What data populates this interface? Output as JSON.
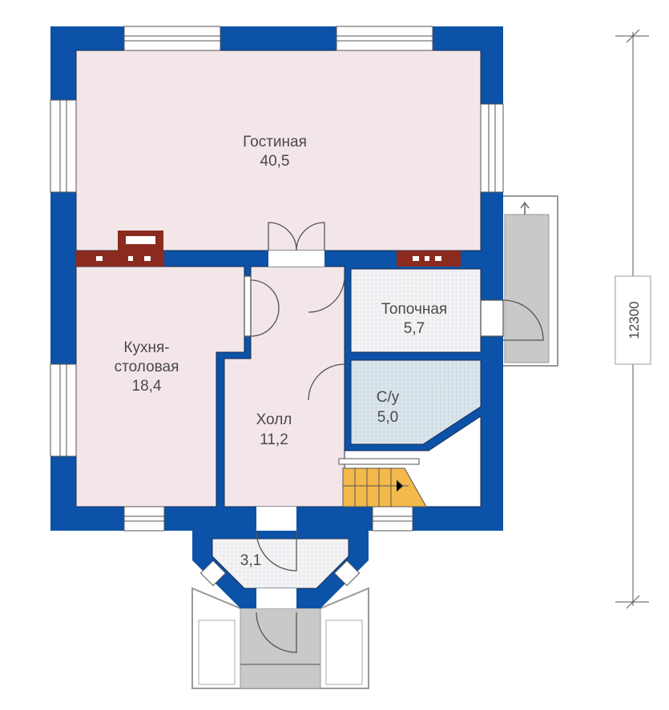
{
  "plan": {
    "dimension_label": "12300",
    "colors": {
      "wall": "#0b52a8",
      "room": "#f2e6e8",
      "tile": "#eef0f2",
      "bath": "#d6e2ea",
      "stairs": "#f3b94a",
      "fireplace": "#8b2a1e",
      "porch": "#c9c9c9"
    },
    "rooms": [
      {
        "name": "Гостиная",
        "area": "40,5"
      },
      {
        "name": "Кухня-",
        "name2": "столовая",
        "area": "18,4"
      },
      {
        "name": "Холл",
        "area": "11,2"
      },
      {
        "name": "Топочная",
        "area": "5,7"
      },
      {
        "name": "С/у",
        "area": "5,0"
      },
      {
        "name": "",
        "area": "3,1"
      }
    ]
  }
}
